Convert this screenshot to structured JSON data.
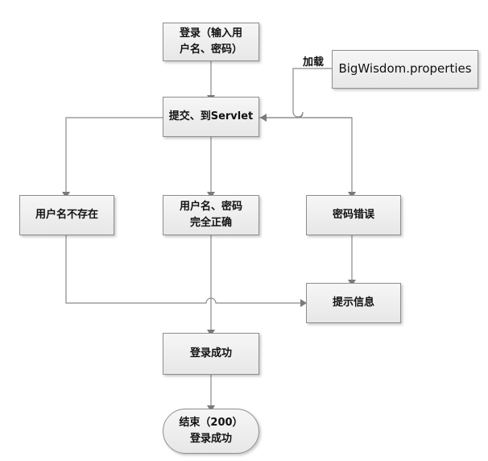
{
  "diagram": {
    "nodes": {
      "login": "登录（输入用户名、密码）",
      "props": "BigWisdom.properties",
      "submit": "提交、到Servlet",
      "no_user": "用户名不存在",
      "all_correct": "用户名、密码完全正确",
      "pwd_error": "密码错误",
      "hint": "提示信息",
      "login_ok": "登录成功",
      "end_line1": "结束（200）",
      "end_line2": "登录成功"
    },
    "edge_labels": {
      "load": "加载"
    }
  }
}
